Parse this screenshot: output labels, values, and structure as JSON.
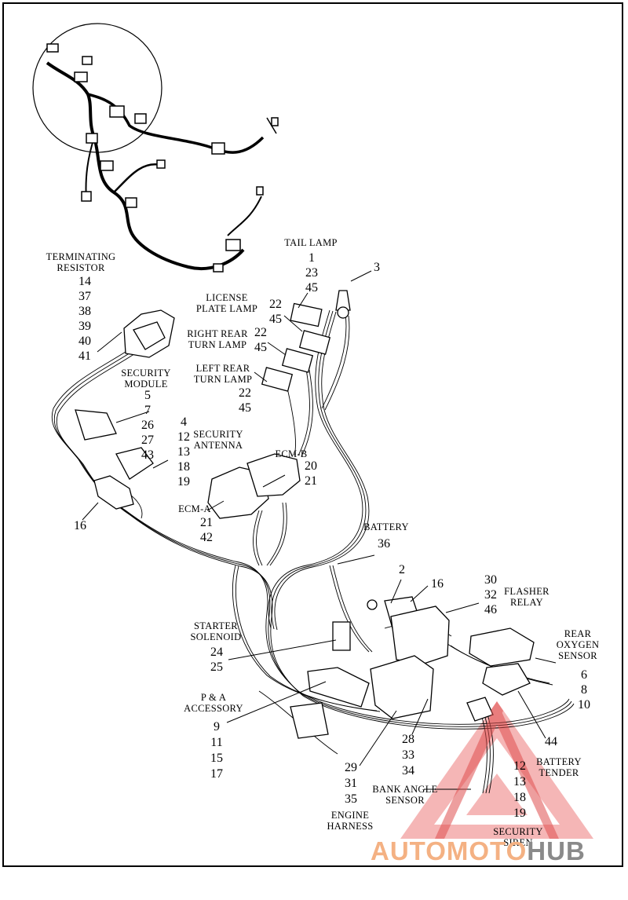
{
  "labels": {
    "terminating_resistor": "TERMINATING\nRESISTOR",
    "tail_lamp": "TAIL LAMP",
    "license_plate_lamp": "LICENSE\nPLATE LAMP",
    "right_rear_turn_lamp": "RIGHT REAR\nTURN LAMP",
    "left_rear_turn_lamp": "LEFT REAR\nTURN LAMP",
    "security_module": "SECURITY\nMODULE",
    "security_antenna": "SECURITY\nANTENNA",
    "ecm_b": "ECM-B",
    "ecm_a": "ECM-A",
    "battery": "BATTERY",
    "flasher_relay": "FLASHER\nRELAY",
    "rear_oxygen_sensor": "REAR\nOXYGEN\nSENSOR",
    "starter_solenoid": "STARTER\nSOLENOID",
    "p_a_accessory": "P & A\nACCESSORY",
    "battery_tender": "BATTERY\nTENDER",
    "bank_angle_sensor": "BANK ANGLE\nSENSOR",
    "engine_harness": "ENGINE\nHARNESS",
    "security_siren": "SECURITY\nSIREN"
  },
  "refs": {
    "terminating_resistor": [
      "14",
      "37",
      "38",
      "39",
      "40",
      "41"
    ],
    "tail_lamp": [
      "1",
      "23",
      "45"
    ],
    "item_3": [
      "3"
    ],
    "license_plate_lamp": [
      "22",
      "45"
    ],
    "right_rear_turn_lamp": [
      "22",
      "45"
    ],
    "left_rear_turn_lamp": [
      "22",
      "45"
    ],
    "security_module": [
      "5",
      "7",
      "26",
      "27",
      "43"
    ],
    "security_antenna": [
      "4",
      "12",
      "13",
      "18",
      "19"
    ],
    "ecm_b": [
      "20",
      "21"
    ],
    "ecm_a": [
      "21",
      "42"
    ],
    "item_16_left": [
      "16"
    ],
    "battery": [
      "36"
    ],
    "item_2": [
      "2"
    ],
    "item_16_right": [
      "16"
    ],
    "flasher_relay": [
      "30",
      "32",
      "46"
    ],
    "rear_oxygen_sensor": [
      "6",
      "8",
      "10"
    ],
    "starter_solenoid": [
      "24",
      "25"
    ],
    "p_a_accessory": [
      "9",
      "11",
      "15",
      "17"
    ],
    "item_44": [
      "44"
    ],
    "bank_angle_sensor": [
      "28",
      "33",
      "34"
    ],
    "engine_harness": [
      "29",
      "31",
      "35"
    ],
    "security_siren": [
      "12",
      "13",
      "18",
      "19"
    ]
  },
  "watermark": {
    "text_part1": "AUTOMOTO",
    "text_part2": "HUB",
    "color_accent": "#e05050",
    "color_light": "#f4b183",
    "color_grey": "#8a8a8a"
  }
}
